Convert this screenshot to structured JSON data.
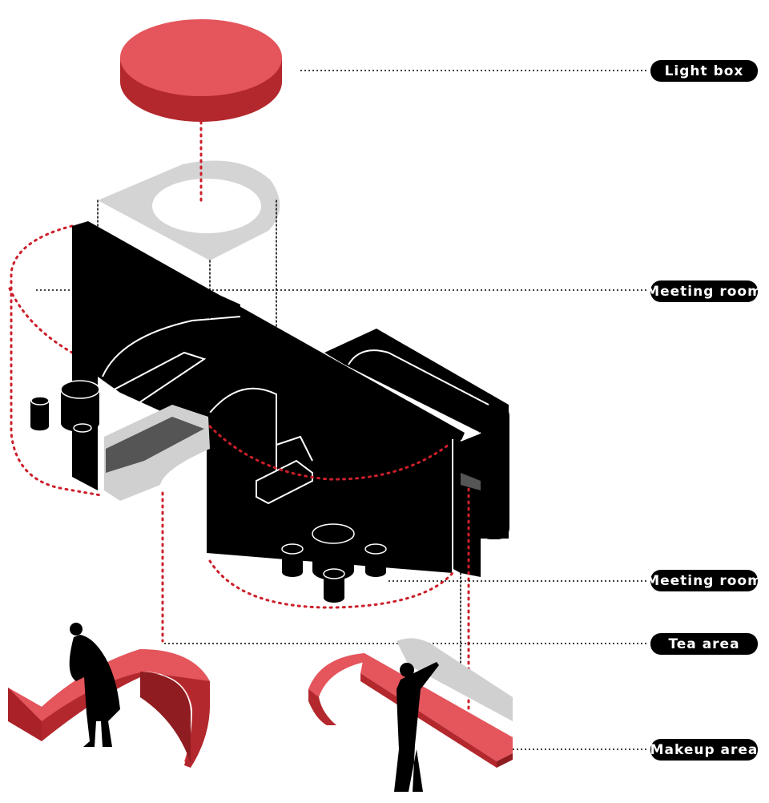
{
  "labels": {
    "light_box": "Light box",
    "meeting_room_top": "Meeting room",
    "meeting_room_bottom": "Meeting room",
    "tea_area": "Tea area",
    "makeup_area": "Makeup area"
  },
  "colors": {
    "red": "#e4555c",
    "red_dark": "#b3282d",
    "red_side": "#c9343a",
    "black": "#000000",
    "grey": "#d0d0d0",
    "dotted_red": "#cc1f2a",
    "dotted_black": "#000000",
    "label_bg": "#000000",
    "label_text": "#ffffff"
  }
}
